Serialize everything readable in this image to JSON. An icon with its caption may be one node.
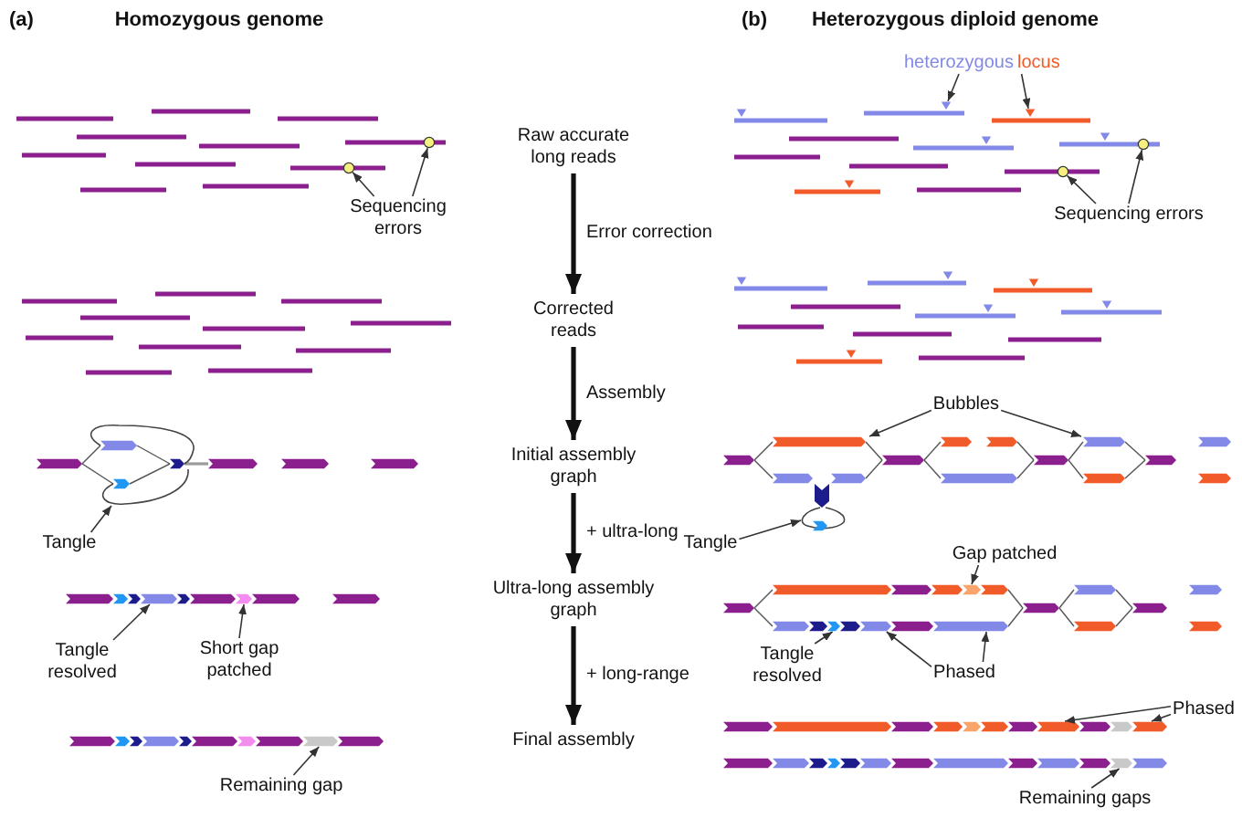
{
  "diagram": {
    "nodes": [
      {
        "text": [
          "Sequencing errors"
        ]
      },
      {
        "text": [],
        "shape": "circle"
      },
      {
        "text": [],
        "shape": "circle"
      },
      {
        "text": [
          "Tangle"
        ]
      },
      {
        "text": [
          "Tangle resolved"
        ]
      },
      {
        "text": [],
        "shape": "bar"
      },
      {
        "text": [
          "Short gap patched"
        ]
      },
      {
        "text": [],
        "shape": "bar"
      },
      {
        "text": [
          "Remaining gap"
        ]
      },
      {
        "text": [],
        "shape": "bar"
      },
      {
        "text": [
          "Raw accurate long reads"
        ]
      },
      {
        "text": [
          "Corrected reads"
        ]
      },
      {
        "text": [
          "Initial assembly graph"
        ]
      },
      {
        "text": [
          "Ultra-long assembly graph"
        ]
      },
      {
        "text": [
          "Final assembly"
        ]
      },
      {
        "text": [
          "heterozygous"
        ]
      },
      {
        "text": [
          "locus"
        ]
      },
      {
        "text": [],
        "shape": "triangle"
      },
      {
        "text": [],
        "shape": "triangle"
      },
      {
        "text": [
          "Sequencing errors"
        ]
      },
      {
        "text": [],
        "shape": "circle"
      },
      {
        "text": [],
        "shape": "circle"
      },
      {
        "text": [
          "Bubbles"
        ]
      },
      {
        "text": [
          "Tangle"
        ]
      },
      {
        "text": [
          "Gap patched"
        ]
      },
      {
        "text": [],
        "shape": "bar"
      },
      {
        "text": [
          "Tangle resolved"
        ]
      },
      {
        "text": [],
        "shape": "bar"
      },
      {
        "text": [
          "Phased"
        ]
      },
      {
        "text": [],
        "shape": "bar"
      },
      {
        "text": [
          "Phased"
        ]
      },
      {
        "text": [],
        "shape": "bar"
      },
      {
        "text": [],
        "shape": "bar"
      },
      {
        "text": [
          "Remaining gaps"
        ]
      },
      {
        "text": [],
        "shape": "bar"
      }
    ],
    "edges": [
      {
        "from": 10,
        "to": 11,
        "arrow": "to",
        "label": "Error correction",
        "style": "thick"
      },
      {
        "from": 11,
        "to": 12,
        "arrow": "to",
        "label": "Assembly",
        "style": "thick"
      },
      {
        "from": 12,
        "to": 13,
        "arrow": "to",
        "label": "+ ultra-long",
        "style": "thick"
      },
      {
        "from": 13,
        "to": 14,
        "arrow": "to",
        "label": "+ long-range",
        "style": "thick"
      },
      {
        "from": 0,
        "to": 1,
        "arrow": "to"
      },
      {
        "from": 0,
        "to": 2,
        "arrow": "to"
      },
      {
        "from": 3,
        "to": null,
        "arrow": "to"
      },
      {
        "from": 4,
        "to": 5,
        "arrow": "to"
      },
      {
        "from": 6,
        "to": 7,
        "arrow": "to"
      },
      {
        "from": 8,
        "to": 9,
        "arrow": "to"
      },
      {
        "from": 15,
        "to": 17,
        "arrow": "to"
      },
      {
        "from": 16,
        "to": 18,
        "arrow": "to"
      },
      {
        "from": 19,
        "to": 20,
        "arrow": "to"
      },
      {
        "from": 19,
        "to": 21,
        "arrow": "to"
      },
      {
        "from": 22,
        "to": null,
        "arrow": "to"
      },
      {
        "from": 22,
        "to": null,
        "arrow": "to"
      },
      {
        "from": 23,
        "to": null,
        "arrow": "to"
      },
      {
        "from": 24,
        "to": 25,
        "arrow": "to"
      },
      {
        "from": 26,
        "to": 27,
        "arrow": "to"
      },
      {
        "from": 28,
        "to": 29,
        "arrow": "to"
      },
      {
        "from": 28,
        "to": null,
        "arrow": "to"
      },
      {
        "from": 30,
        "to": 31,
        "arrow": "to"
      },
      {
        "from": 30,
        "to": 32,
        "arrow": "to"
      },
      {
        "from": 33,
        "to": 34,
        "arrow": "to"
      }
    ],
    "labels": [
      "(a)",
      "Homozygous genome",
      "(b)",
      "Heterozygous diploid genome"
    ]
  }
}
